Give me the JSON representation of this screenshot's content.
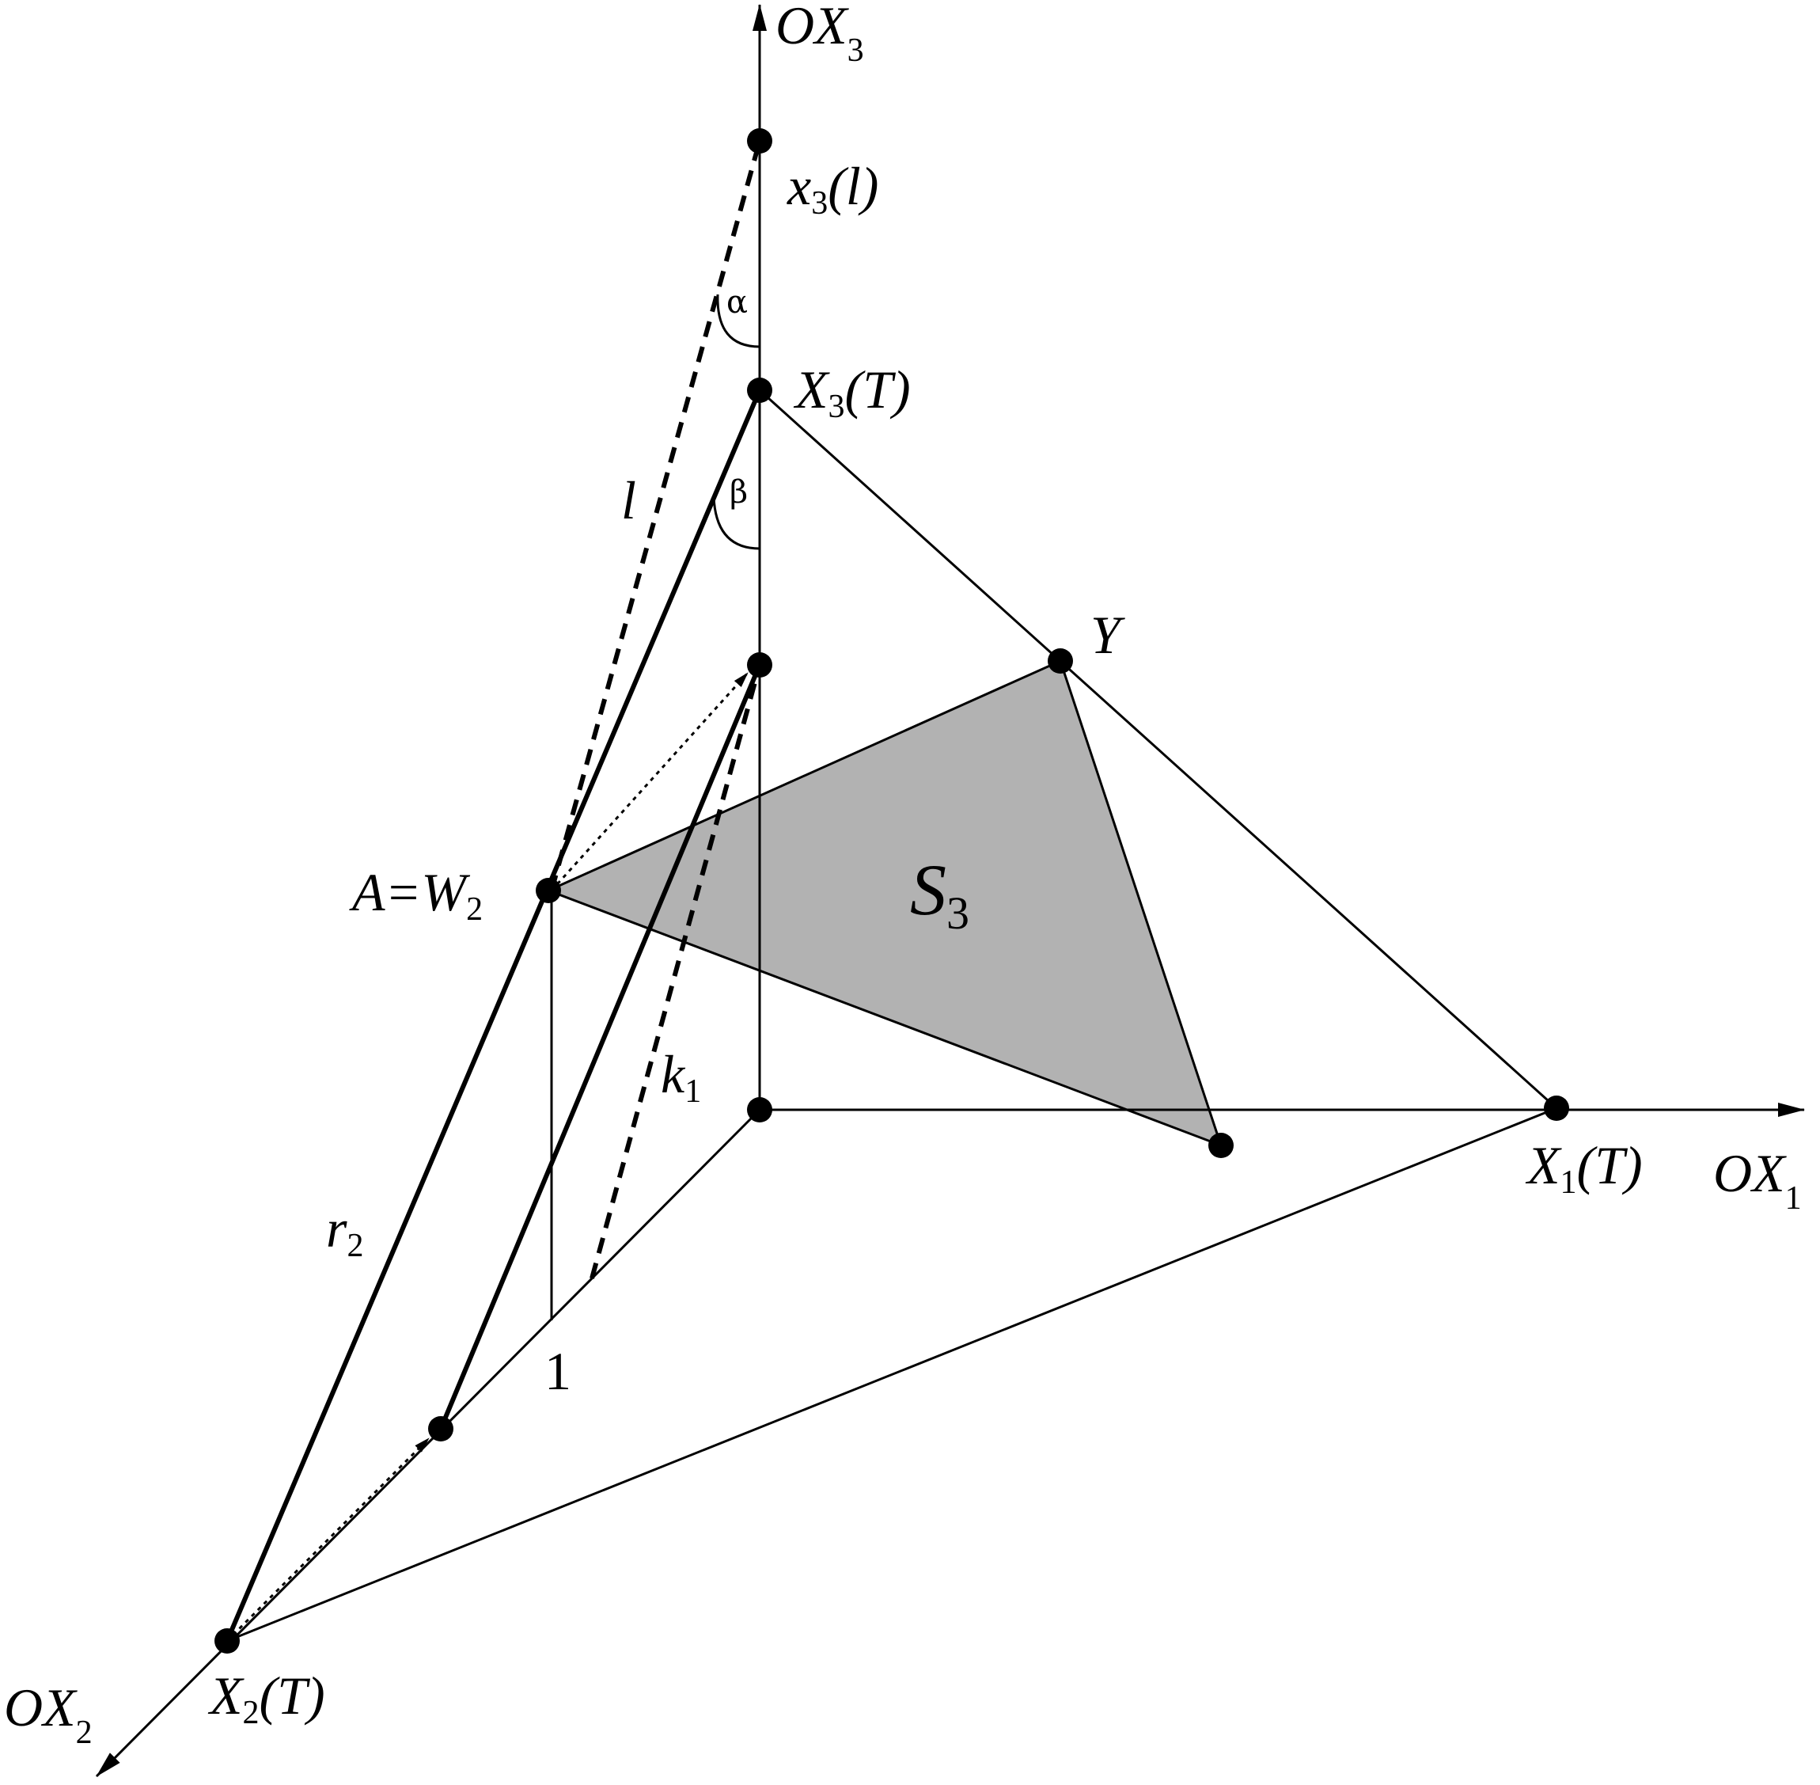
{
  "labels": {
    "ox3": {
      "main": "OX",
      "sub": "3"
    },
    "ox1": {
      "main": "OX",
      "sub": "1"
    },
    "ox2": {
      "main": "OX",
      "sub": "2"
    },
    "x3l": {
      "main": "x",
      "sub": "3",
      "tail": "(l)"
    },
    "x3t": {
      "main": "X",
      "sub": "3",
      "tail": "(T)"
    },
    "x1t": {
      "main": "X",
      "sub": "1",
      "tail": "(T)"
    },
    "x2t": {
      "main": "X",
      "sub": "2",
      "tail": "(T)"
    },
    "y": "Y",
    "a_w2": {
      "main": "A=W",
      "sub": "2"
    },
    "s3": {
      "main": "S",
      "sub": "3"
    },
    "l": "l",
    "k1": {
      "main": "k",
      "sub": "1"
    },
    "r2": {
      "main": "r",
      "sub": "2"
    },
    "one": "1",
    "alpha": "α",
    "beta": "β"
  },
  "colors": {
    "stroke": "#000000",
    "fill_triangle": "#b2b2b2",
    "background": "#ffffff"
  }
}
